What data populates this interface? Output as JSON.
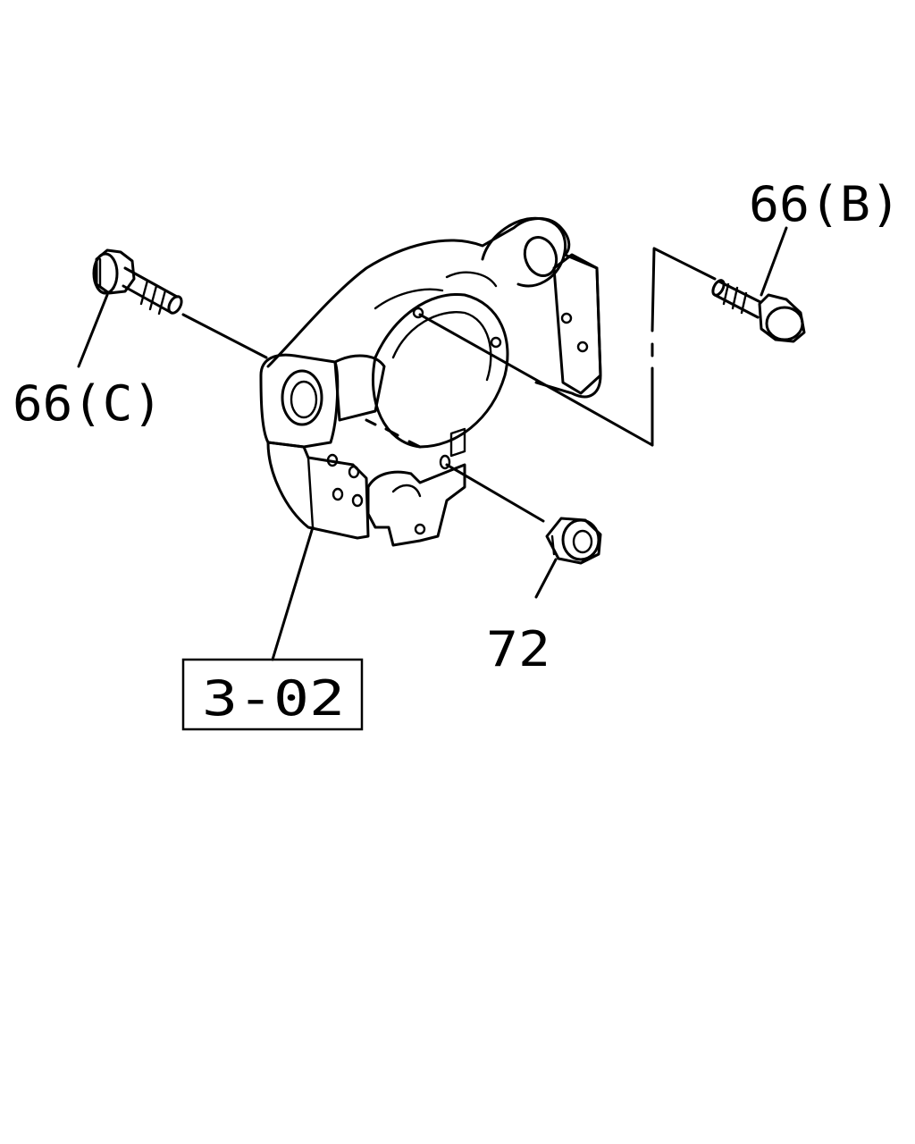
{
  "callouts": {
    "bolt_b": "66(B)",
    "bolt_c": "66(C)",
    "nut": "72",
    "bracket_ref": "3-02"
  },
  "colors": {
    "line": "#000000",
    "background": "#ffffff"
  }
}
